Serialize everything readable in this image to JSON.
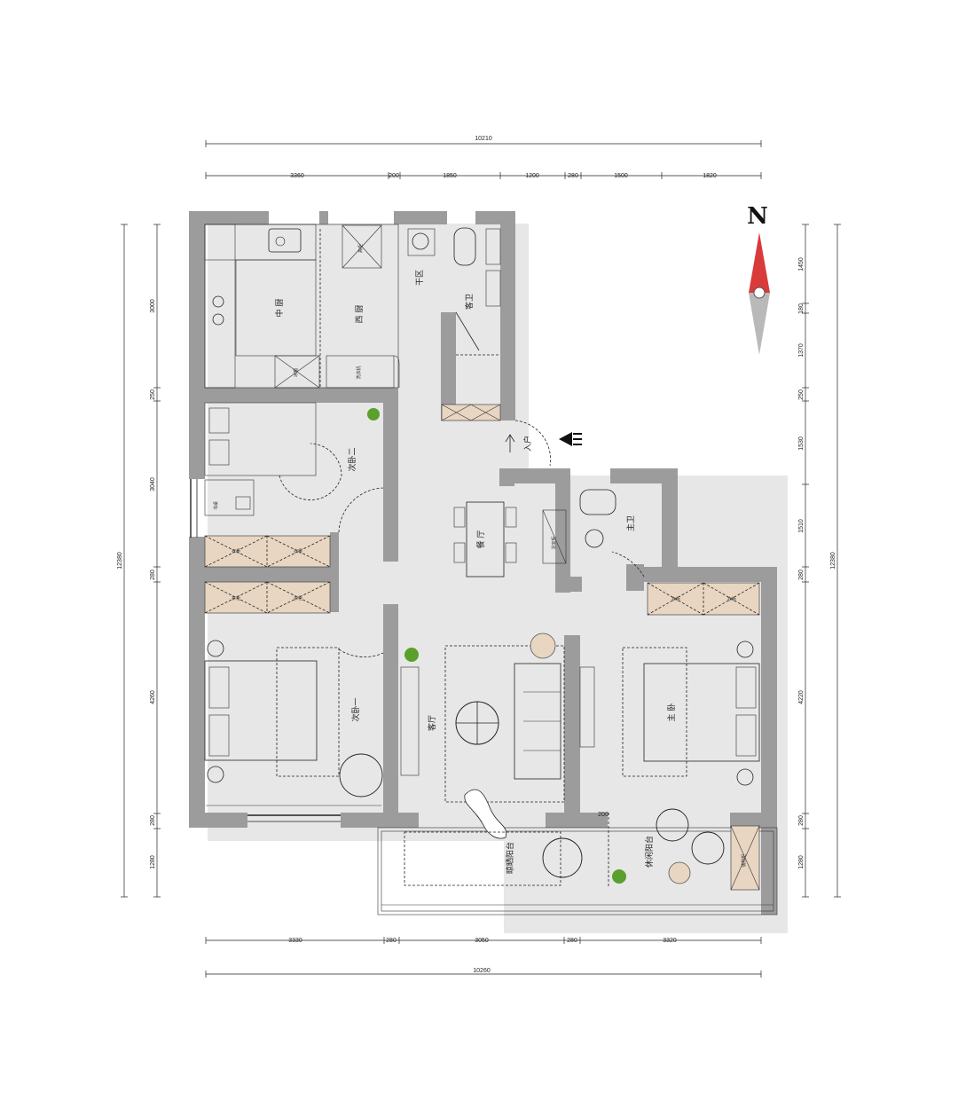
{
  "compass": {
    "north_label": "N"
  },
  "dimensions": {
    "top_total": "10210",
    "top_segments": [
      "3360",
      "200",
      "1850",
      "1200",
      "280",
      "1500",
      "1820"
    ],
    "bottom_segments": [
      "3330",
      "280",
      "3050",
      "280",
      "3320"
    ],
    "bottom_total": "10260",
    "left_total": "12380",
    "left_segments": [
      "3000",
      "250",
      "3040",
      "280",
      "4260",
      "280",
      "1280"
    ],
    "right_total": "12380",
    "right_segments": [
      "1450",
      "180",
      "1370",
      "250",
      "1530",
      "1510",
      "280",
      "4220",
      "280",
      "1280"
    ],
    "inner_200": "200"
  },
  "rooms": {
    "chinese_kitchen": "中 厨",
    "western_kitchen": "西 厨",
    "dry_area": "干区",
    "guest_bath": "客卫",
    "second_bedroom_2": "次卧二",
    "dining": "餐 厅",
    "master_bath": "主卫",
    "second_bedroom_1": "次卧一",
    "living": "客厅",
    "master_bedroom": "主 卧",
    "sun_balcony": "晾晒阳台",
    "leisure_balcony": "休闲阳台",
    "entrance": "入户"
  },
  "labels": {
    "closet_1": "衣柜",
    "closet_2": "衣柜",
    "closet_3": "衣柜",
    "closet_4": "衣柜",
    "master_closet_1": "衣柜",
    "master_closet_2": "衣柜",
    "desk": "书桌",
    "washer": "洗衣机",
    "fridge": "冰箱",
    "tall_cabinet": "高柜",
    "wash_cabinet": "浴室柜",
    "storage": "储物柜"
  },
  "colors": {
    "wall": "#9c9c9c",
    "wood": "#e8d6c2",
    "compass_red": "#d93a3a",
    "plant_green": "#5aa02c"
  }
}
